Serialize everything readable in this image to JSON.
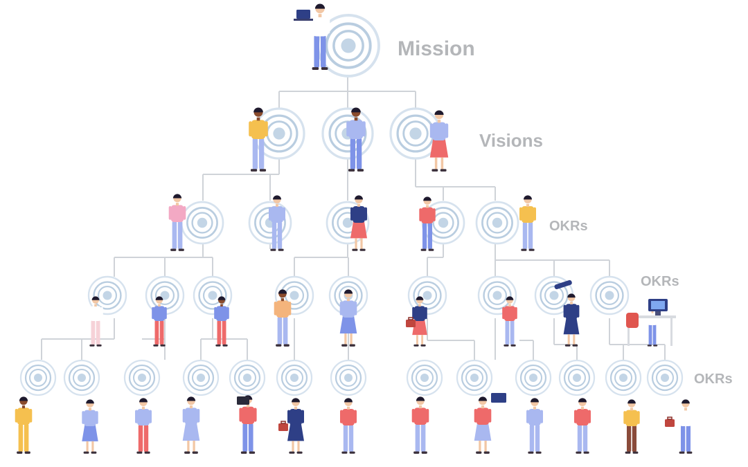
{
  "levels": {
    "mission": "Mission",
    "visions": "Visions",
    "okrs_1": "OKRs",
    "okrs_2": "OKRs",
    "okrs_3": "OKRs"
  },
  "colors": {
    "target_outer": "#d6e2ee",
    "target_ring": "#b9cde0",
    "target_center": "#c3d5e6",
    "connector": "#cfd3d8",
    "label": "#b4b6b9",
    "person_blue": "#7e93e8",
    "person_light_blue": "#a9b8f0",
    "person_red": "#ee6a6a",
    "person_pink": "#f3a9c4",
    "person_yellow": "#f5c04f",
    "person_navy": "#2e3f86",
    "skin_dark": "#8a4b2c",
    "skin_light": "#f2c7a5",
    "hair": "#1f1a2e"
  },
  "icons": [
    "target-icon",
    "person-icon",
    "laptop-icon",
    "briefcase-icon",
    "computer-desk-icon",
    "telescope-icon"
  ]
}
